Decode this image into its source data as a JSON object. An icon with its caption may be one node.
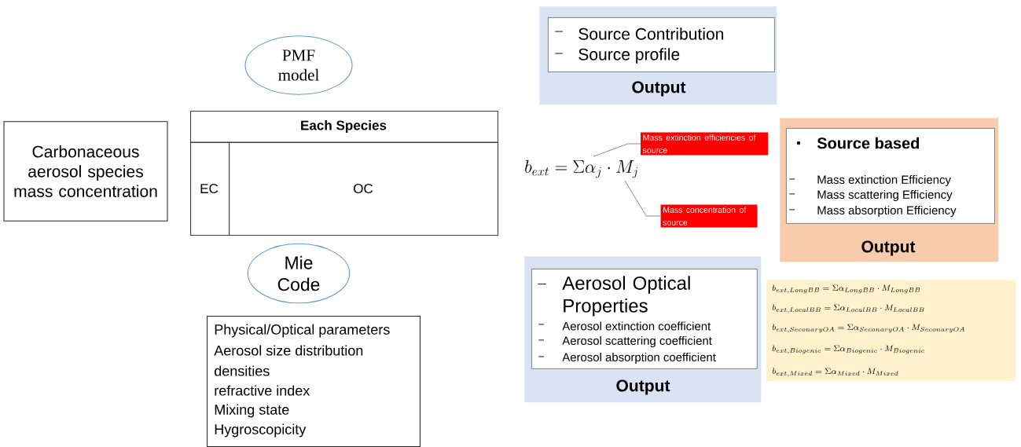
{
  "diagram": {
    "nodes": [
      {
        "text": [
          "Carbonaceous aerosol species mass concentration"
        ]
      },
      {
        "text": [
          "PMF model"
        ]
      },
      {
        "text": [
          "Each Species"
        ]
      },
      {
        "text": [
          "EC"
        ],
        "in": 2
      },
      {
        "text": [
          "OC"
        ],
        "in": 2
      },
      {
        "text": [
          "Mie Code"
        ]
      },
      {
        "text": [
          "Physical/Optical  parameters",
          "Aerosol size distribution",
          "densities",
          "refractive index",
          "Mixing state",
          "Hygroscopicity"
        ]
      },
      {
        "text": [
          "Output"
        ]
      },
      {
        "text": [
          "Source Contribution",
          "Source profile"
        ],
        "in": 7
      },
      {
        "text": [
          "b_{ext} = \\Sigma\\alpha_j \\cdot M_j"
        ]
      },
      {
        "text": [
          "Mass extinction efficiencies of source"
        ]
      },
      {
        "text": [
          "Mass concentration of source"
        ]
      },
      {
        "text": [
          "Output"
        ]
      },
      {
        "text": [
          "Source based",
          "Mass extinction Efficiency",
          "Mass scattering Efficiency",
          "Mass absorption Efficiency"
        ],
        "in": 12
      },
      {
        "text": [
          "Output"
        ]
      },
      {
        "text": [
          "Aerosol Optical Properties",
          "Aerosol extinction coefficient",
          "Aerosol scattering coefficient",
          "Aerosol absorption coefficient"
        ],
        "in": 14
      },
      {
        "text": [
          "b_{ext,LongBB} = \\Sigma\\alpha_{LongBB} \\cdot M_{LongBB}",
          "b_{ext,LocalBB} = \\Sigma\\alpha_{LocalBB} \\cdot M_{LocalBB}",
          "b_{ext,SeconaryOA} = \\Sigma\\alpha_{SeconaryOA} \\cdot M_{SeconaryOA}",
          "b_{ext,Biogenic} = \\Sigma\\alpha_{Biogenic} \\cdot M_{Biogenic}",
          "b_{ext,Mixed} = \\Sigma\\alpha_{Mixed} \\cdot M_{Mixed}"
        ]
      }
    ],
    "edges": [
      {
        "from": 10,
        "to": 9,
        "arrow": "none"
      },
      {
        "from": 11,
        "to": 9,
        "arrow": "none"
      }
    ]
  }
}
